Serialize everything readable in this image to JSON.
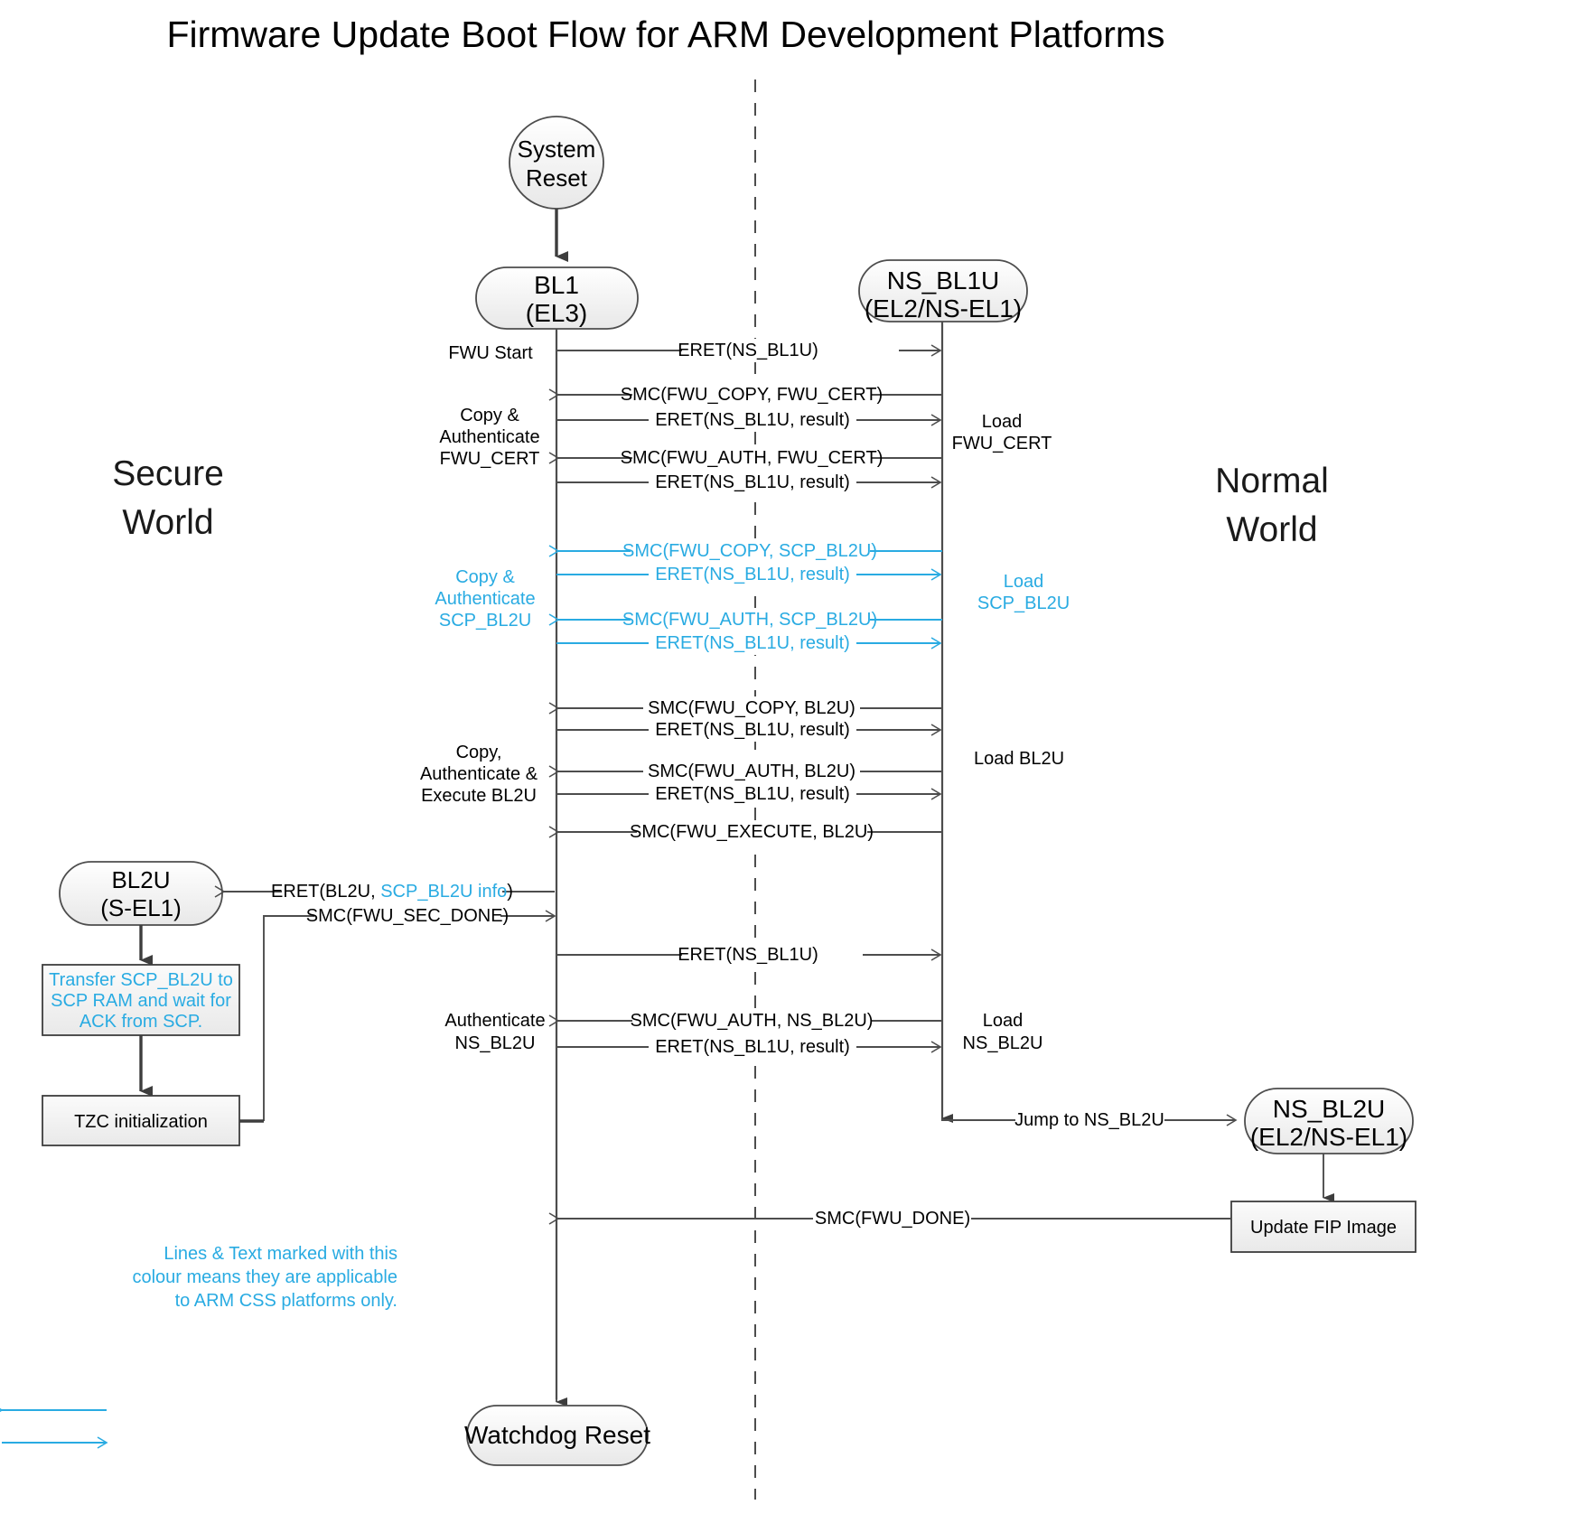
{
  "title": "Firmware Update Boot Flow for ARM Development Platforms",
  "colors": {
    "cyan": "#29abe2",
    "line": "#4d4d4d",
    "text": "#000000",
    "node_fill_top": "#ffffff",
    "node_fill_bottom": "#ebebeb"
  },
  "worlds": {
    "secure_line1": "Secure",
    "secure_line2": "World",
    "normal_line1": "Normal",
    "normal_line2": "World"
  },
  "nodes": {
    "system_reset": {
      "line1": "System",
      "line2": "Reset"
    },
    "bl1": {
      "line1": "BL1",
      "line2": "(EL3)"
    },
    "ns_bl1u": {
      "line1": "NS_BL1U",
      "line2": "(EL2/NS-EL1)"
    },
    "bl2u": {
      "line1": "BL2U",
      "line2": "(S-EL1)"
    },
    "ns_bl2u": {
      "line1": "NS_BL2U",
      "line2": "(EL2/NS-EL1)"
    },
    "watchdog_reset": {
      "line1": "Watchdog Reset"
    },
    "transfer_scp": {
      "line1": "Transfer SCP_BL2U to",
      "line2": "SCP RAM and wait for",
      "line3": "ACK from SCP."
    },
    "tzc_init": {
      "line1": "TZC initialization"
    },
    "update_fip": {
      "line1": "Update FIP Image"
    }
  },
  "messages": [
    {
      "id": "m1",
      "label": "ERET(NS_BL1U)",
      "color": "black",
      "dir": "right"
    },
    {
      "id": "m2",
      "label": "SMC(FWU_COPY, FWU_CERT)",
      "color": "black",
      "dir": "left"
    },
    {
      "id": "m3",
      "label": "ERET(NS_BL1U, result)",
      "color": "black",
      "dir": "right"
    },
    {
      "id": "m4",
      "label": "SMC(FWU_AUTH, FWU_CERT)",
      "color": "black",
      "dir": "left"
    },
    {
      "id": "m5",
      "label": "ERET(NS_BL1U, result)",
      "color": "black",
      "dir": "right"
    },
    {
      "id": "m6",
      "label": "SMC(FWU_COPY, SCP_BL2U)",
      "color": "cyan",
      "dir": "left"
    },
    {
      "id": "m7",
      "label": "ERET(NS_BL1U, result)",
      "color": "cyan",
      "dir": "right"
    },
    {
      "id": "m8",
      "label": "SMC(FWU_AUTH, SCP_BL2U)",
      "color": "cyan",
      "dir": "left"
    },
    {
      "id": "m9",
      "label": "ERET(NS_BL1U, result)",
      "color": "cyan",
      "dir": "right"
    },
    {
      "id": "m10",
      "label": "SMC(FWU_COPY, BL2U)",
      "color": "black",
      "dir": "left"
    },
    {
      "id": "m11",
      "label": "ERET(NS_BL1U, result)",
      "color": "black",
      "dir": "right"
    },
    {
      "id": "m12",
      "label": "SMC(FWU_AUTH, BL2U)",
      "color": "black",
      "dir": "left"
    },
    {
      "id": "m13",
      "label": "ERET(NS_BL1U, result)",
      "color": "black",
      "dir": "right"
    },
    {
      "id": "m14",
      "label": "SMC(FWU_EXECUTE, BL2U)",
      "color": "black",
      "dir": "left"
    },
    {
      "id": "m17",
      "label": "ERET(NS_BL1U)",
      "color": "black",
      "dir": "right"
    },
    {
      "id": "m18",
      "label": "SMC(FWU_AUTH, NS_BL2U)",
      "color": "black",
      "dir": "left"
    },
    {
      "id": "m19",
      "label": "ERET(NS_BL1U, result)",
      "color": "black",
      "dir": "right"
    }
  ],
  "bl2u_messages": {
    "eret_bl2u_prefix": "ERET(BL2U, ",
    "eret_bl2u_cyan": "SCP_BL2U info",
    "eret_bl2u_suffix": ")",
    "smc_fwu_sec_done": "SMC(FWU_SEC_DONE)"
  },
  "tail_messages": {
    "jump_to_ns_bl2u": "Jump to NS_BL2U",
    "smc_fwu_done": "SMC(FWU_DONE)"
  },
  "left_annotations": [
    {
      "id": "a1",
      "lines": [
        "FWU Start"
      ],
      "color": "black"
    },
    {
      "id": "a2",
      "lines": [
        "Copy &",
        "Authenticate",
        "FWU_CERT"
      ],
      "color": "black"
    },
    {
      "id": "a3",
      "lines": [
        "Copy &",
        "Authenticate",
        "SCP_BL2U"
      ],
      "color": "cyan"
    },
    {
      "id": "a4",
      "lines": [
        "Copy,",
        "Authenticate &",
        "Execute BL2U"
      ],
      "color": "black"
    },
    {
      "id": "a5",
      "lines": [
        "Authenticate",
        "NS_BL2U"
      ],
      "color": "black"
    }
  ],
  "right_annotations": [
    {
      "id": "r1",
      "lines": [
        "Load",
        "FWU_CERT"
      ],
      "color": "black"
    },
    {
      "id": "r2",
      "lines": [
        "Load",
        "SCP_BL2U"
      ],
      "color": "cyan"
    },
    {
      "id": "r3",
      "lines": [
        "Load BL2U"
      ],
      "color": "black"
    },
    {
      "id": "r4",
      "lines": [
        "Load",
        "NS_BL2U"
      ],
      "color": "black"
    }
  ],
  "legend": {
    "line1": "Lines & Text marked with this",
    "line2": "colour means they are applicable",
    "line3": "to ARM CSS platforms only."
  }
}
